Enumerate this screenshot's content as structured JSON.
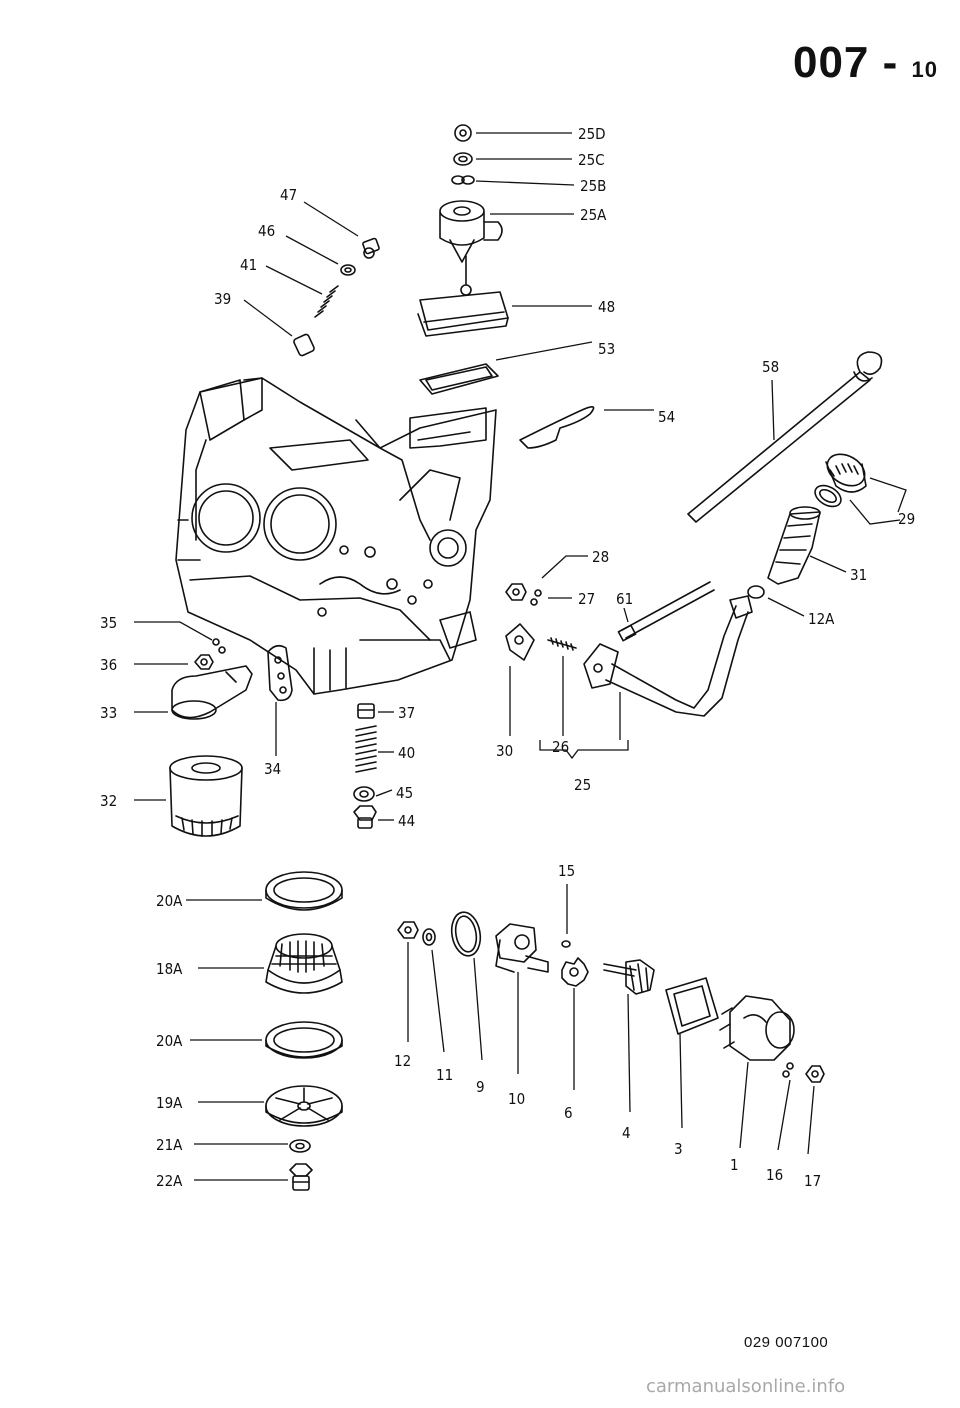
{
  "header": {
    "page_code": "007",
    "page_sub": "10"
  },
  "footer": {
    "catalog_number": "029 007100",
    "watermark": "carmanualsonline.info"
  },
  "callouts": [
    {
      "id": "c25D",
      "label": "25D"
    },
    {
      "id": "c25C",
      "label": "25C"
    },
    {
      "id": "c25B",
      "label": "25B"
    },
    {
      "id": "c25A",
      "label": "25A"
    },
    {
      "id": "c47",
      "label": "47"
    },
    {
      "id": "c46",
      "label": "46"
    },
    {
      "id": "c41",
      "label": "41"
    },
    {
      "id": "c39",
      "label": "39"
    },
    {
      "id": "c48",
      "label": "48"
    },
    {
      "id": "c53",
      "label": "53"
    },
    {
      "id": "c58",
      "label": "58"
    },
    {
      "id": "c54",
      "label": "54"
    },
    {
      "id": "c29",
      "label": "29"
    },
    {
      "id": "c28",
      "label": "28"
    },
    {
      "id": "c27",
      "label": "27"
    },
    {
      "id": "c61",
      "label": "61"
    },
    {
      "id": "c31",
      "label": "31"
    },
    {
      "id": "c12A",
      "label": "12A"
    },
    {
      "id": "c35",
      "label": "35"
    },
    {
      "id": "c36",
      "label": "36"
    },
    {
      "id": "c33",
      "label": "33"
    },
    {
      "id": "c37",
      "label": "37"
    },
    {
      "id": "c40",
      "label": "40"
    },
    {
      "id": "c34",
      "label": "34"
    },
    {
      "id": "c30",
      "label": "30"
    },
    {
      "id": "c26",
      "label": "26"
    },
    {
      "id": "c25",
      "label": "25"
    },
    {
      "id": "c45",
      "label": "45"
    },
    {
      "id": "c44",
      "label": "44"
    },
    {
      "id": "c32",
      "label": "32"
    },
    {
      "id": "c15",
      "label": "15"
    },
    {
      "id": "c20A1",
      "label": "20A"
    },
    {
      "id": "c18A",
      "label": "18A"
    },
    {
      "id": "c20A2",
      "label": "20A"
    },
    {
      "id": "c19A",
      "label": "19A"
    },
    {
      "id": "c21A",
      "label": "21A"
    },
    {
      "id": "c22A",
      "label": "22A"
    },
    {
      "id": "c12",
      "label": "12"
    },
    {
      "id": "c11",
      "label": "11"
    },
    {
      "id": "c9",
      "label": "9"
    },
    {
      "id": "c10",
      "label": "10"
    },
    {
      "id": "c6",
      "label": "6"
    },
    {
      "id": "c4",
      "label": "4"
    },
    {
      "id": "c3",
      "label": "3"
    },
    {
      "id": "c1",
      "label": "1"
    },
    {
      "id": "c16",
      "label": "16"
    },
    {
      "id": "c17",
      "label": "17"
    }
  ]
}
